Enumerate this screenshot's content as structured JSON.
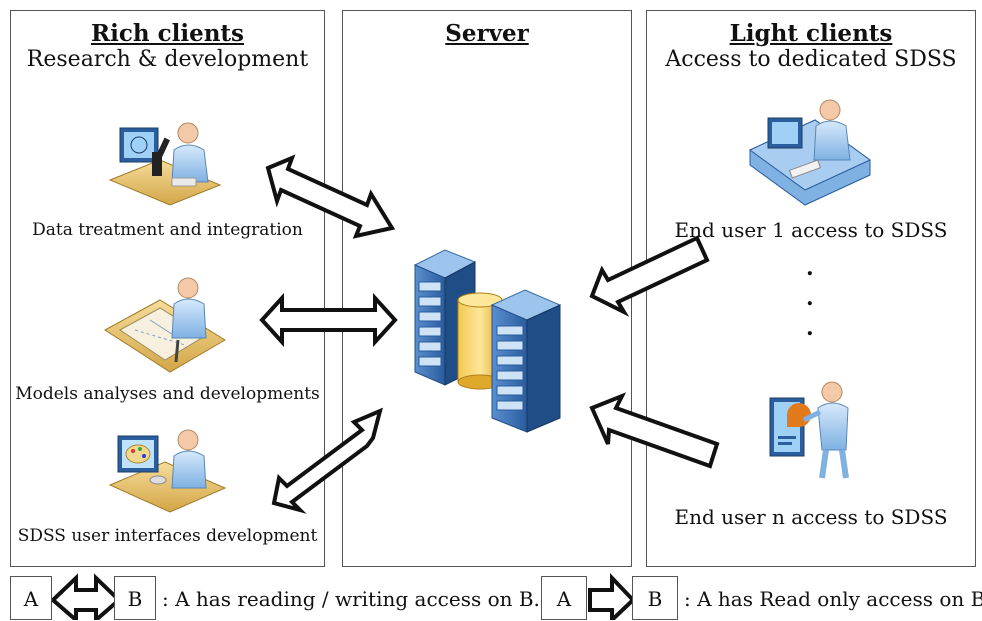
{
  "panels": {
    "rich": {
      "title": "Rich clients",
      "subtitle": "Research & development"
    },
    "server": {
      "title": "Server"
    },
    "light": {
      "title": "Light clients",
      "subtitle": "Access to dedicated SDSS"
    }
  },
  "rich_clients": [
    {
      "label": "Data treatment and integration",
      "icon": "scientist-microscope-icon"
    },
    {
      "label": "Models analyses and developments",
      "icon": "designer-drafting-icon"
    },
    {
      "label": "SDSS user interfaces development",
      "icon": "developer-palette-icon"
    }
  ],
  "light_clients": [
    {
      "label": "End user 1 access to SDSS",
      "icon": "user-workstation-icon"
    },
    {
      "label": "End user n access to SDSS",
      "icon": "user-presentation-icon"
    }
  ],
  "server_icon": "server-database-icon",
  "legend": {
    "bidir": {
      "a": "A",
      "b": "B",
      "text": ": A has reading / writing access on B."
    },
    "unidir": {
      "a": "A",
      "b": "B",
      "text": ": A has Read only access on B."
    }
  }
}
